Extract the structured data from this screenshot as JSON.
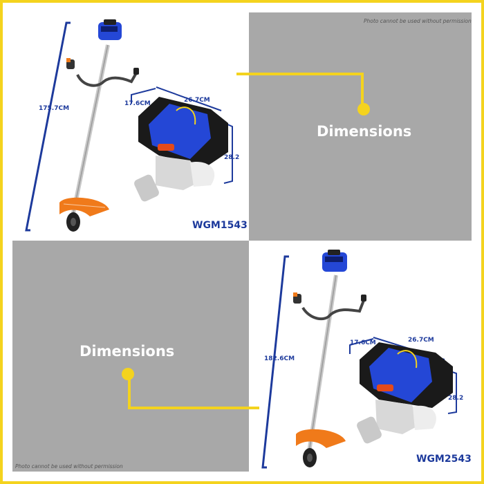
{
  "notice": "Photo cannot be used without permission",
  "colors": {
    "frame": "#F4D31E",
    "panel_grey": "#A8A8A8",
    "accent_blue": "#1D3A9C",
    "engine_blue": "#2447D6",
    "blade_orange": "#F07A1A"
  },
  "panels": [
    {
      "model": "WGM1543",
      "length": "175.7CM",
      "engine_width": "26.7CM",
      "engine_depth": "17.6CM",
      "engine_height": "28.2",
      "label": "Dimensions"
    },
    {
      "model": "WGM2543",
      "length": "182.6CM",
      "engine_width": "26.7CM",
      "engine_depth": "17.6CM",
      "engine_height": "28.2",
      "label": "Dimensions"
    }
  ]
}
